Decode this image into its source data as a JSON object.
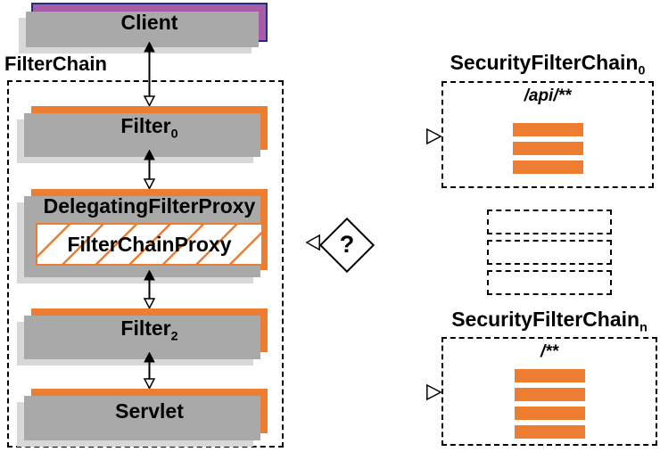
{
  "colors": {
    "orange": "#ED7D31",
    "purple": "#A65CA6",
    "purple_border": "#252B7E",
    "shadow_near": "#A9A9A9",
    "shadow_far": "#D8D8D8",
    "text": "#000000",
    "background": "#FFFFFF"
  },
  "left": {
    "client_label": "Client",
    "chain_label": "FilterChain",
    "filter0": {
      "label": "Filter",
      "sub": "0"
    },
    "delegating_proxy_label": "DelegatingFilterProxy",
    "filter_chain_proxy_label": "FilterChainProxy",
    "filter2": {
      "label": "Filter",
      "sub": "2"
    },
    "servlet_label": "Servlet"
  },
  "decision": {
    "label": "?"
  },
  "right": {
    "chain0": {
      "title": "SecurityFilterChain",
      "sub": "0",
      "pattern": "/api/**",
      "filter_count": 3
    },
    "placeholder_count": 3,
    "chainN": {
      "title": "SecurityFilterChain",
      "sub": "n",
      "pattern": "/**",
      "filter_count": 4
    }
  }
}
